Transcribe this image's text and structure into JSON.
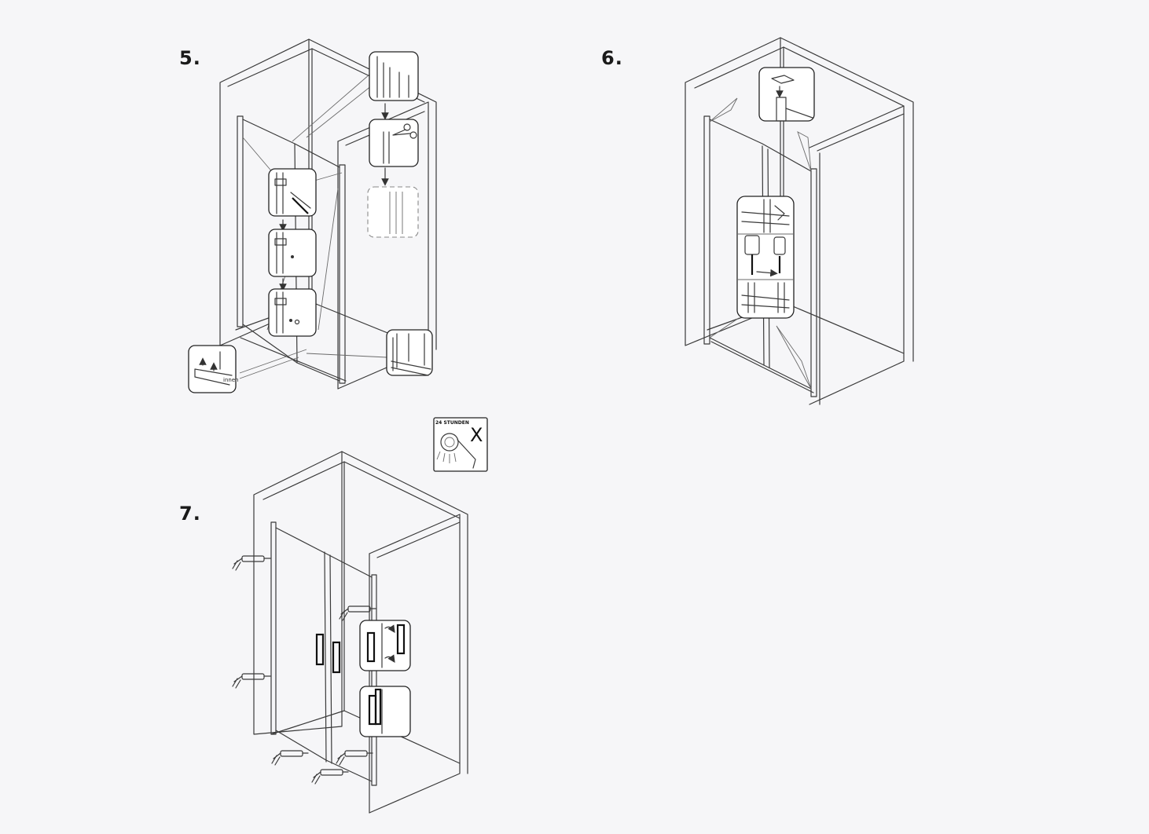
{
  "steps": [
    {
      "number": "5."
    },
    {
      "number": "6."
    },
    {
      "number": "7."
    }
  ],
  "labels": {
    "inner_side": "innen",
    "wait_time": "24 STUNDEN",
    "no_water_mark": "X"
  },
  "icons": [
    "cabin-outline-icon",
    "seal-strip-icon",
    "scissors-icon",
    "drill-icon",
    "screw-icon",
    "end-cap-icon",
    "silicone-gun-icon",
    "door-handle-icon",
    "shower-head-icon"
  ]
}
